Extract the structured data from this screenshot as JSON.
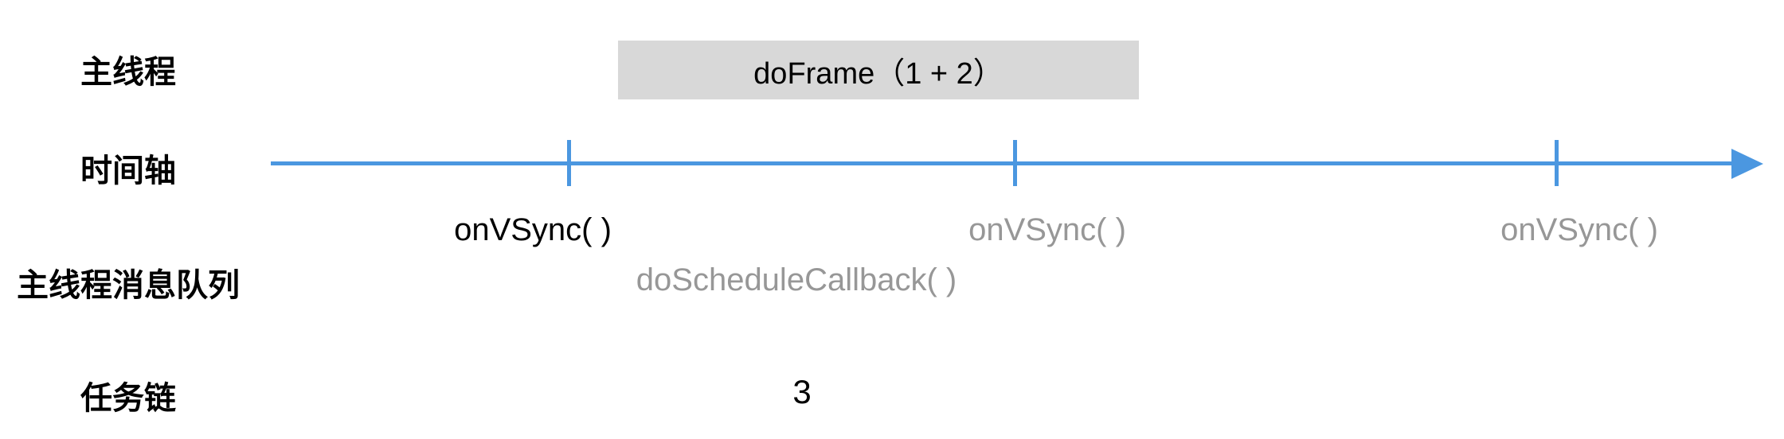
{
  "colors": {
    "axis_blue": "#4B97E0",
    "block_fill": "#D8D8D8",
    "dim_text": "#979797",
    "text_black": "#000000"
  },
  "row_labels": {
    "main_thread": "主线程",
    "time_axis": "时间轴",
    "message_queue": "主线程消息队列",
    "task_chain": "任务链"
  },
  "frame_block": {
    "label": "doFrame（1 + 2）"
  },
  "axis": {
    "tick_labels": [
      {
        "label": "onVSync( )",
        "emphasis": "current"
      },
      {
        "label": "onVSync( )",
        "emphasis": "future"
      },
      {
        "label": "onVSync( )",
        "emphasis": "future"
      }
    ]
  },
  "queue": {
    "callback_label": "doScheduleCallback( )"
  },
  "task_chain": {
    "value": "3"
  }
}
